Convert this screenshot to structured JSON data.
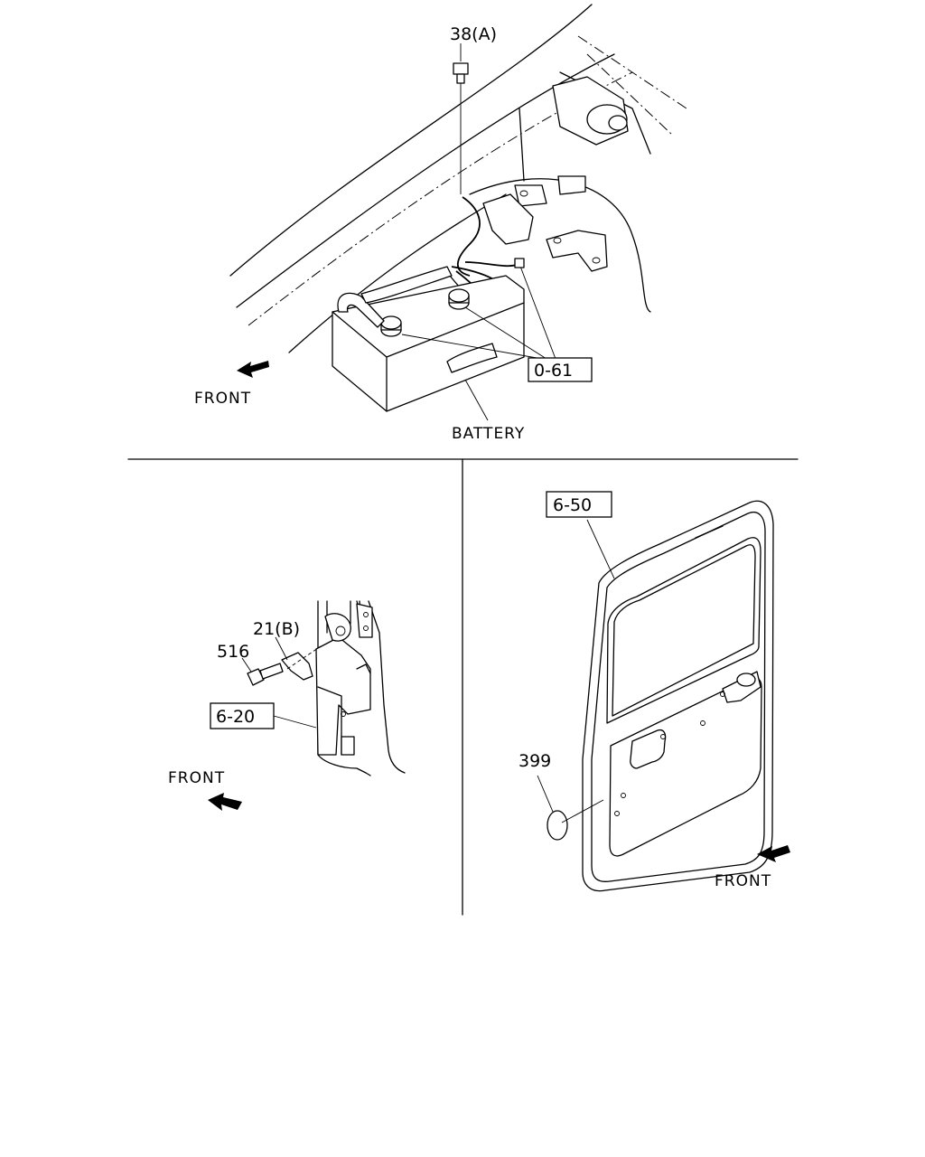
{
  "top_panel": {
    "callouts": {
      "bolt": "38(A)",
      "ref_box": "0-61",
      "battery": "BATTERY",
      "front": "FRONT"
    }
  },
  "bottom_left_panel": {
    "callouts": {
      "clip": "21(B)",
      "bolt": "516",
      "ref_box": "6-20",
      "front": "FRONT"
    }
  },
  "bottom_right_panel": {
    "callouts": {
      "ref_box": "6-50",
      "plug": "399",
      "front": "FRONT"
    }
  }
}
